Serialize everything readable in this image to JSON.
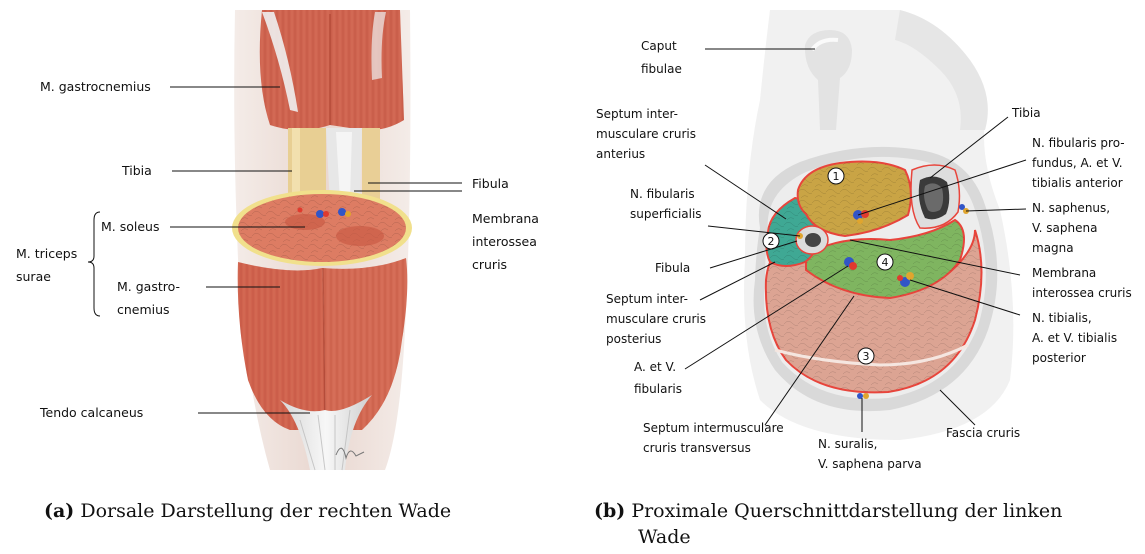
{
  "panel_a": {
    "labels": {
      "gastrocnemius": "M. gastrocnemius",
      "tibia": "Tibia",
      "fibula": "Fibula",
      "membrana_1": "Membrana",
      "membrana_2": "interossea",
      "membrana_3": "cruris",
      "soleus": "M. soleus",
      "triceps_1": "M. triceps",
      "triceps_2": "surae",
      "gastro_split_1": "M. gastro-",
      "gastro_split_2": "cnemius",
      "tendo": "Tendo calcaneus"
    },
    "caption_tag": "(a)",
    "caption_text": "Dorsale Darstellung der rechten Wade"
  },
  "panel_b": {
    "labels": {
      "caput_1": "Caput",
      "caput_2": "fibulae",
      "septum_ant_1": "Septum inter-",
      "septum_ant_2": "musculare cruris",
      "septum_ant_3": "anterius",
      "n_fib_sup_1": "N. fibularis",
      "n_fib_sup_2": "superficialis",
      "fibula": "Fibula",
      "septum_post_1": "Septum inter-",
      "septum_post_2": "musculare cruris",
      "septum_post_3": "posterius",
      "a_fib_1": "A. et V.",
      "a_fib_2": "fibularis",
      "septum_trans_1": "Septum intermusculare",
      "septum_trans_2": "cruris transversus",
      "suralis_1": "N. suralis,",
      "suralis_2": "V. saphena parva",
      "fascia": "Fascia cruris",
      "tibia": "Tibia",
      "n_fib_prof_1": "N. fibularis pro-",
      "n_fib_prof_2": "fundus, A. et V.",
      "n_fib_prof_3": "tibialis anterior",
      "saphenus_1": "N. saphenus,",
      "saphenus_2": "V. saphena",
      "saphenus_3": "magna",
      "membrana_1": "Membrana",
      "membrana_2": "interossea cruris",
      "n_tib_1": "N. tibialis,",
      "n_tib_2": "A. et V. tibialis",
      "n_tib_3": "posterior"
    },
    "compartments": [
      "1",
      "2",
      "3",
      "4"
    ],
    "caption_tag": "(b)",
    "caption_text_1": "Proximale Querschnittdarstellung der linken",
    "caption_text_2": "Wade"
  },
  "colors": {
    "muscle": "#d9705a",
    "tendon": "#e4e4e4",
    "bone": "#e9cf9a",
    "compartment_1": "#c9a445",
    "compartment_2": "#3fa894",
    "compartment_3": "#dca493",
    "compartment_4": "#7fb560",
    "fascia_line": "#e8453c"
  }
}
